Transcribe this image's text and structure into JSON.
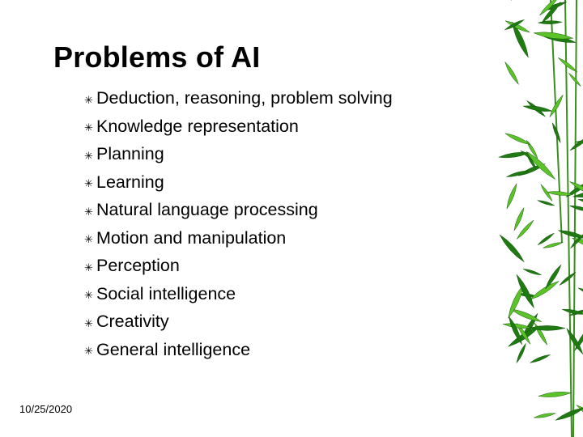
{
  "slide": {
    "title": "Problems of AI",
    "bullet_icon": "asterisk-bullet-icon",
    "bullets": [
      "Deduction, reasoning, problem solving",
      "Knowledge representation",
      "Planning",
      "Learning",
      "Natural language processing",
      "Motion and manipulation",
      "Perception",
      "Social intelligence",
      "Creativity",
      "General intelligence"
    ],
    "date": "10/25/2020"
  },
  "theme": {
    "background": "#ffffff",
    "text_color": "#000000",
    "leaf_dark": "#1f7a12",
    "leaf_light": "#5cc229",
    "stem_color": "#3a8f1c"
  }
}
